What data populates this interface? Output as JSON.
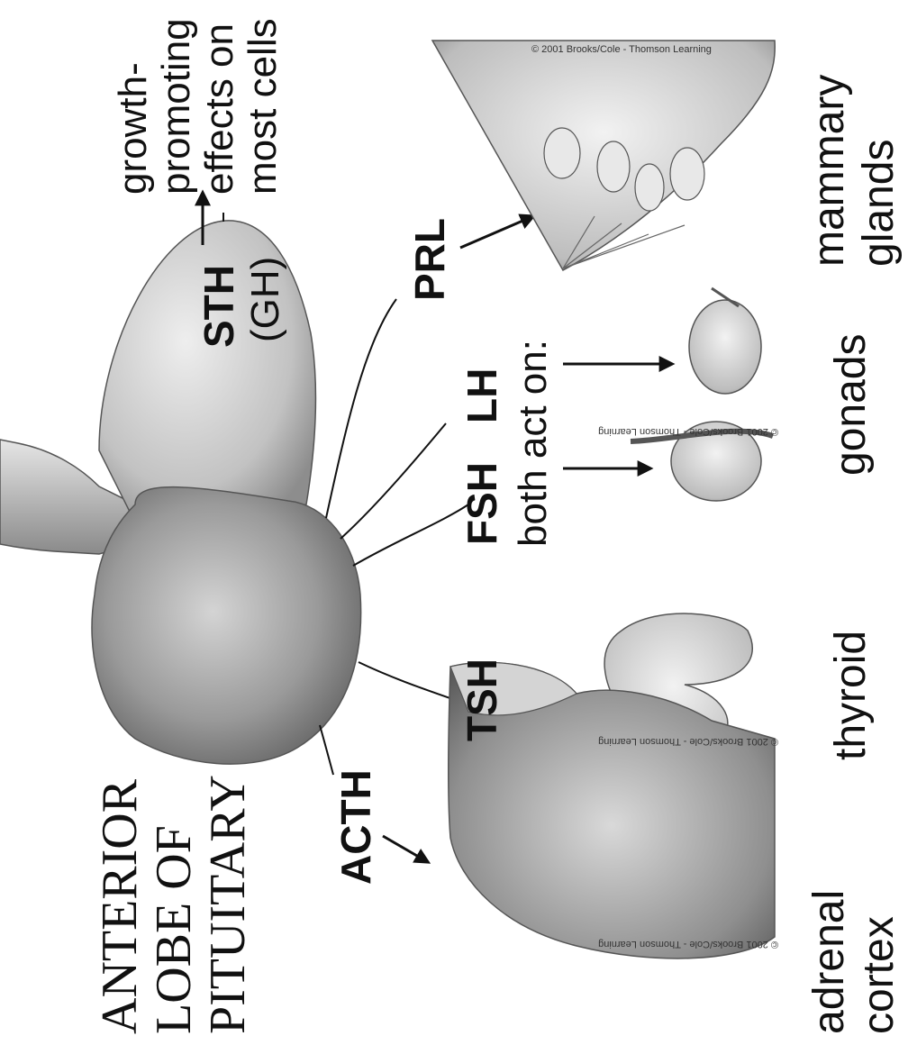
{
  "title": {
    "line1": "ANTERIOR",
    "line2": "LOBE OF",
    "line3": "PITUITARY"
  },
  "hormones": {
    "sth": "STH",
    "gh": "(GH)",
    "prl": "PRL",
    "fsh": "FSH",
    "lh": "LH",
    "both_act_on": "both act on:",
    "tsh": "TSH",
    "acth": "ACTH"
  },
  "effects": {
    "line1": "growth-",
    "line2": "promoting",
    "line3": "effects on",
    "line4": "most cells"
  },
  "targets": {
    "mammary_line1": "mammary",
    "mammary_line2": "glands",
    "gonads": "gonads",
    "thyroid": "thyroid",
    "adrenal_line1": "adrenal",
    "adrenal_line2": "cortex"
  },
  "copyright": "© 2001 Brooks/Cole - Thomson Learning"
}
